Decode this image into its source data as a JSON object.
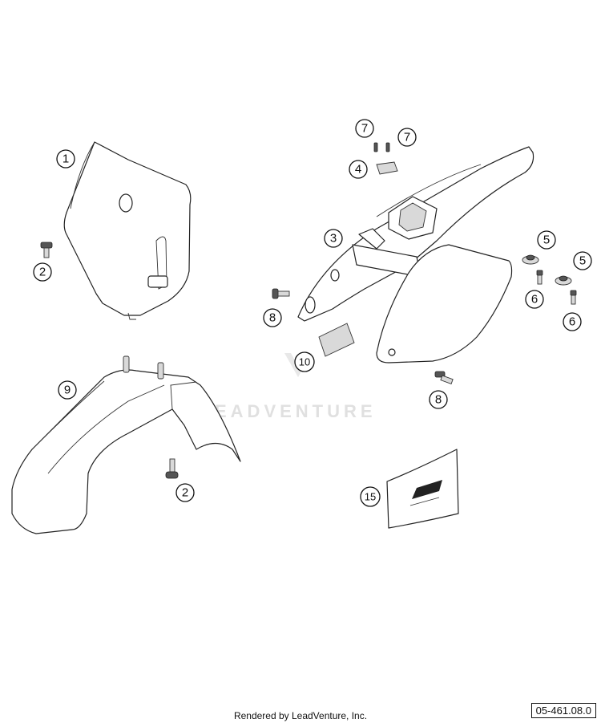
{
  "callouts": {
    "c1": "1",
    "c2a": "2",
    "c2b": "2",
    "c3": "3",
    "c4": "4",
    "c5a": "5",
    "c5b": "5",
    "c6a": "6",
    "c6b": "6",
    "c7a": "7",
    "c7b": "7",
    "c8a": "8",
    "c8b": "8",
    "c9": "9",
    "c10": "10",
    "c15": "15"
  },
  "watermark": "EADVENTURE",
  "footer": {
    "credit": "Rendered by LeadVenture, Inc.",
    "diagram_id": "05-461.08.0"
  }
}
